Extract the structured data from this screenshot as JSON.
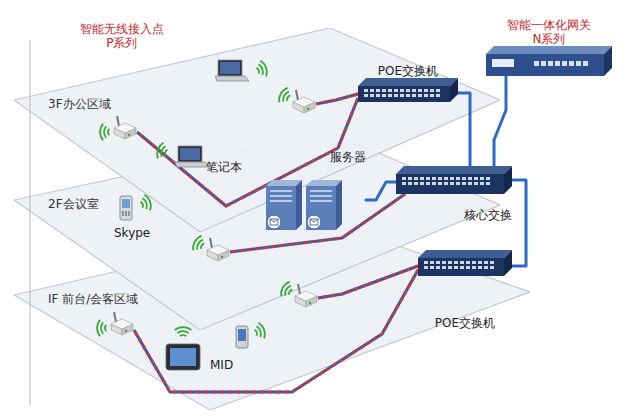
{
  "diagram": {
    "nodes": [
      {
        "text": [
          "3F办公区域"
        ]
      },
      {
        "text": [
          "POE交换机"
        ]
      },
      {
        "text": [
          "智能一体化网关 N系列"
        ]
      },
      {
        "text": [
          "服务器"
        ]
      },
      {
        "text": [
          "核心交换"
        ]
      },
      {
        "text": [
          "2F会议室"
        ]
      },
      {
        "text": [
          "IF 前台/会客区域"
        ]
      },
      {
        "text": [
          "POE交换机"
        ]
      }
    ],
    "edges": [
      {
        "from": 2,
        "to": 4,
        "arrow": "none"
      },
      {
        "from": 1,
        "to": 4,
        "arrow": "none"
      },
      {
        "from": 3,
        "to": 4,
        "arrow": "none"
      },
      {
        "from": 7,
        "to": 4,
        "arrow": "none"
      }
    ],
    "labels": [
      "智能无线接入点 P系列",
      "笔记本",
      "Skype",
      "MID"
    ]
  }
}
